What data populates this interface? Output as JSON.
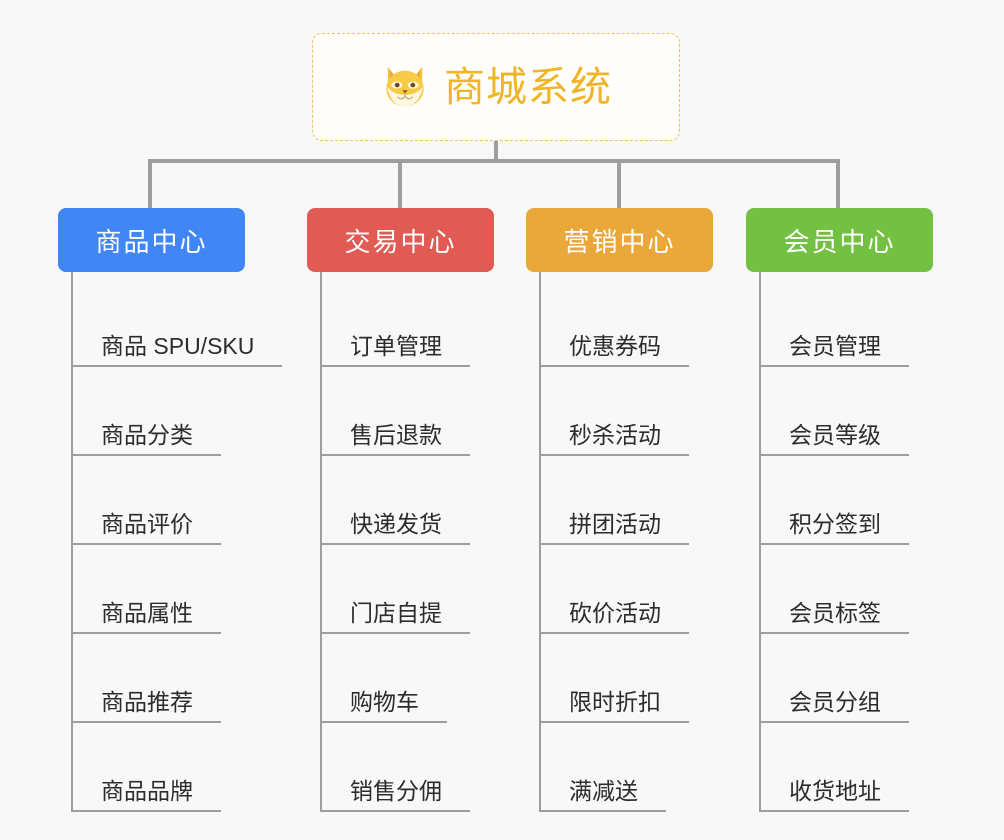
{
  "root": {
    "title": "商城系统",
    "icon": "shiba-dog-face-icon",
    "border_color": "#f0c060",
    "text_color": "#f0b429",
    "background": "#fffefb"
  },
  "page": {
    "background_color": "#f8f8f8",
    "connector_color": "#9e9e9e",
    "leaf_text_color": "#2c2c2c"
  },
  "categories": [
    {
      "label": "商品中心",
      "color": "#4086f4",
      "items": [
        "商品 SPU/SKU",
        "商品分类",
        "商品评价",
        "商品属性",
        "商品推荐",
        "商品品牌"
      ]
    },
    {
      "label": "交易中心",
      "color": "#e15b55",
      "items": [
        "订单管理",
        "售后退款",
        "快递发货",
        "门店自提",
        "购物车",
        "销售分佣"
      ]
    },
    {
      "label": "营销中心",
      "color": "#eaa83a",
      "items": [
        "优惠券码",
        "秒杀活动",
        "拼团活动",
        "砍价活动",
        "限时折扣",
        "满减送"
      ]
    },
    {
      "label": "会员中心",
      "color": "#74c043",
      "items": [
        "会员管理",
        "会员等级",
        "积分签到",
        "会员标签",
        "会员分组",
        "收货地址"
      ]
    }
  ]
}
